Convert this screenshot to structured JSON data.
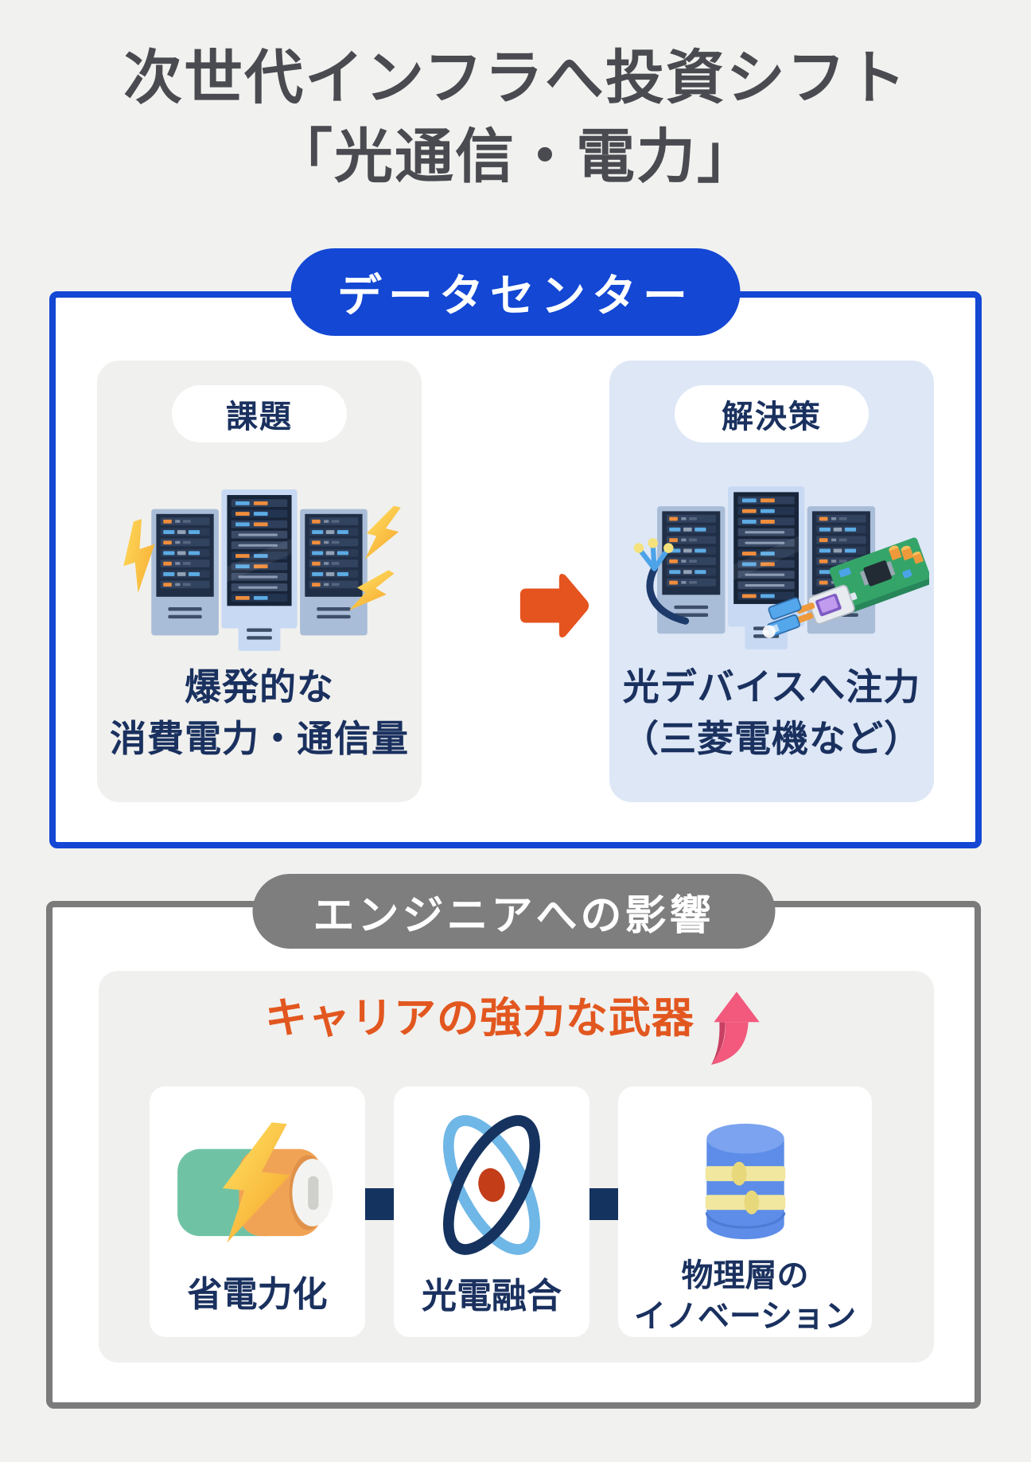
{
  "colors": {
    "background": "#f1f1ef",
    "title_gray": "#4a4a51",
    "accent_blue": "#1347d4",
    "navy_text": "#1a315f",
    "card_gray": "#f0f0ee",
    "card_light_blue": "#dee7f6",
    "arrow_orange": "#e5531f",
    "headline_orange": "#e2571f",
    "swoosh_pink": "#f2597c",
    "header_gray": "#7e7e7e",
    "bolt_yellow": "#ffd84a",
    "connector_navy": "#14335f"
  },
  "title": {
    "line1": "次世代インフラへ投資シフト",
    "line2": "「光通信・電力」"
  },
  "datacenter": {
    "header": "データセンター",
    "challenge": {
      "badge": "課題",
      "caption_line1": "爆発的な",
      "caption_line2": "消費電力・通信量"
    },
    "solution": {
      "badge": "解決策",
      "caption_line1": "光デバイスへ注力",
      "caption_line2": "（三菱電機など）"
    }
  },
  "engineers": {
    "header": "エンジニアへの影響",
    "headline": "キャリアの強力な武器",
    "items": [
      {
        "icon": "battery-bolt-icon",
        "label": "省電力化"
      },
      {
        "icon": "atom-icon",
        "label": "光電融合"
      },
      {
        "icon": "database-icon",
        "label": "物理層の\nイノベーション"
      }
    ]
  }
}
